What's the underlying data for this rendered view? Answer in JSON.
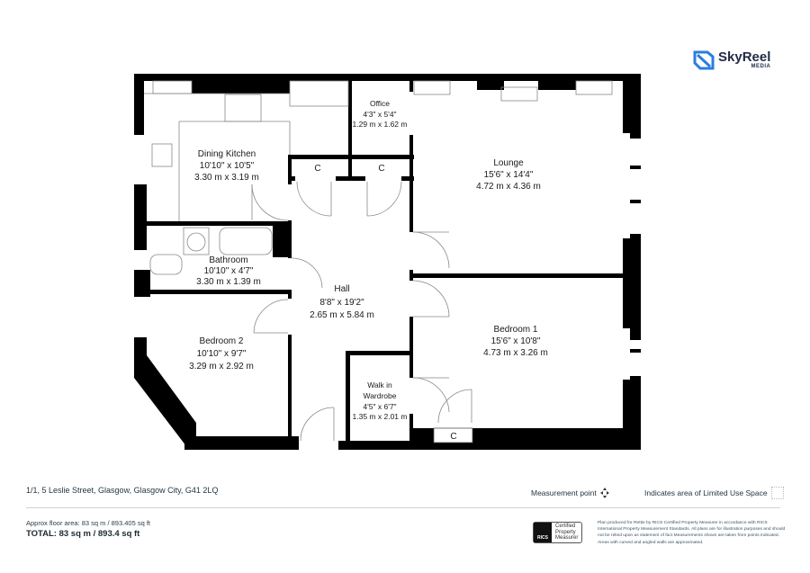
{
  "brand": {
    "name": "SkyReel",
    "sub": "MEDIA",
    "color": "#2a7de1"
  },
  "rooms": [
    {
      "id": "dining-kitchen",
      "name": "Dining Kitchen",
      "imperial": "10'10\" x 10'5\"",
      "metric": "3.30 m x 3.19 m"
    },
    {
      "id": "office",
      "name": "Office",
      "imperial": "4'3\" x 5'4\"",
      "metric": "1.29 m x 1.62 m"
    },
    {
      "id": "lounge",
      "name": "Lounge",
      "imperial": "15'6\" x 14'4\"",
      "metric": "4.72 m x 4.36 m"
    },
    {
      "id": "bathroom",
      "name": "Bathroom",
      "imperial": "10'10\" x 4'7\"",
      "metric": "3.30 m x 1.39 m"
    },
    {
      "id": "hall",
      "name": "Hall",
      "imperial": "8'8\" x 19'2\"",
      "metric": "2.65 m x 5.84 m"
    },
    {
      "id": "bedroom-2",
      "name": "Bedroom 2",
      "imperial": "10'10\" x 9'7\"",
      "metric": "3.29 m x 2.92 m"
    },
    {
      "id": "bedroom-1",
      "name": "Bedroom 1",
      "imperial": "15'6\" x 10'8\"",
      "metric": "4.73 m x 3.26 m"
    },
    {
      "id": "walk-in-wardrobe",
      "name_line1": "Walk in",
      "name_line2": "Wardrobe",
      "imperial": "4'5\" x 6'7\"",
      "metric": "1.35 m x 2.01 m"
    }
  ],
  "cupboards": [
    "C",
    "C",
    "C"
  ],
  "footer": {
    "address": "1/1, 5 Leslie Street, Glasgow, Glasgow City, G41 2LQ",
    "measurement_point": "Measurement point",
    "limited_use": "Indicates area of  Limited Use Space",
    "approx_area": "Approx floor area: 83 sq m / 893.405 sq ft",
    "total": "TOTAL: 83 sq m / 893.4 sq ft",
    "rics": {
      "logo": "RICS",
      "line1": "Certified",
      "line2": "Property",
      "line3": "Measurer"
    },
    "disclaimer": "Plan produced for Rettie by RICS Certified Property Measurer in accordance with RICS International Property Measurement Standards.  All plans are for illustration purposes and should not be relied upon as statement of fact Measurements shown are taken from points indicated. Areas with curved and angled walls are approximated."
  }
}
